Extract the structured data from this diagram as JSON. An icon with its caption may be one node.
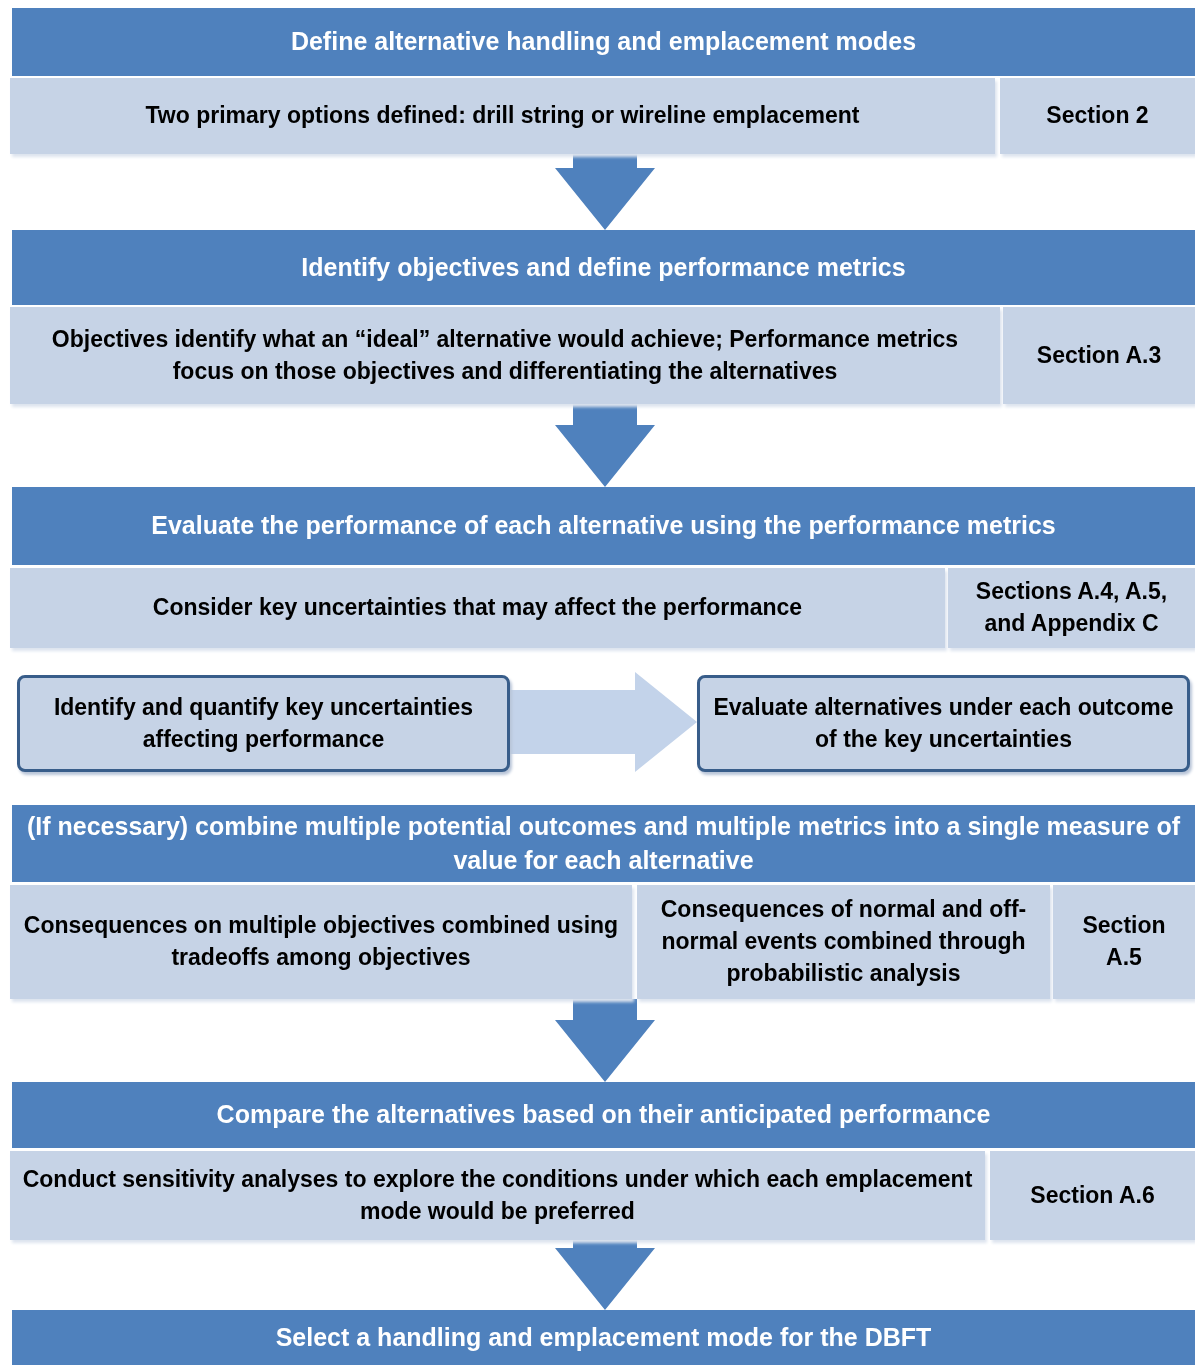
{
  "diagram": {
    "nodes": [
      {
        "text": [
          "Define alternative handling and emplacement modes"
        ]
      },
      {
        "text": [
          "Two primary options defined: drill string or wireline emplacement"
        ]
      },
      {
        "text": [
          "Section 2"
        ]
      },
      {
        "text": [
          "Identify objectives and define performance metrics"
        ]
      },
      {
        "text": [
          "Objectives identify what an “ideal” alternative would achieve; Performance metrics focus on those objectives and differentiating the alternatives"
        ]
      },
      {
        "text": [
          "Section A.3"
        ]
      },
      {
        "text": [
          "Evaluate the performance of each alternative using the performance metrics"
        ]
      },
      {
        "text": [
          "Consider key uncertainties that may affect the performance"
        ]
      },
      {
        "text": [
          "Sections A.4, A.5, and Appendix C"
        ]
      },
      {
        "text": [
          "Identify and quantify key uncertainties affecting performance"
        ]
      },
      {
        "text": [
          "Evaluate alternatives under each outcome of the key uncertainties"
        ]
      },
      {
        "text": [
          "(If necessary) combine multiple potential outcomes and multiple metrics into a single measure of value for each alternative"
        ]
      },
      {
        "text": [
          "Consequences on multiple objectives combined using tradeoffs among objectives"
        ]
      },
      {
        "text": [
          "Consequences of normal and off-normal events combined through probabilistic analysis"
        ]
      },
      {
        "text": [
          "Section A.5"
        ]
      },
      {
        "text": [
          "Compare the alternatives based on their anticipated performance"
        ]
      },
      {
        "text": [
          "Conduct sensitivity analyses to explore the conditions under which each emplacement mode would be preferred"
        ]
      },
      {
        "text": [
          "Section A.6"
        ]
      },
      {
        "text": [
          "Select a handling and emplacement mode for the DBFT"
        ]
      }
    ],
    "edges": [
      {
        "from": 1,
        "to": 3,
        "arrow": "to"
      },
      {
        "from": 4,
        "to": 6,
        "arrow": "to"
      },
      {
        "from": 9,
        "to": 10,
        "arrow": "to",
        "color": "#c3d3ea"
      },
      {
        "from": 12,
        "to": 15,
        "arrow": "to"
      },
      {
        "from": 16,
        "to": 18,
        "arrow": "to"
      }
    ]
  }
}
